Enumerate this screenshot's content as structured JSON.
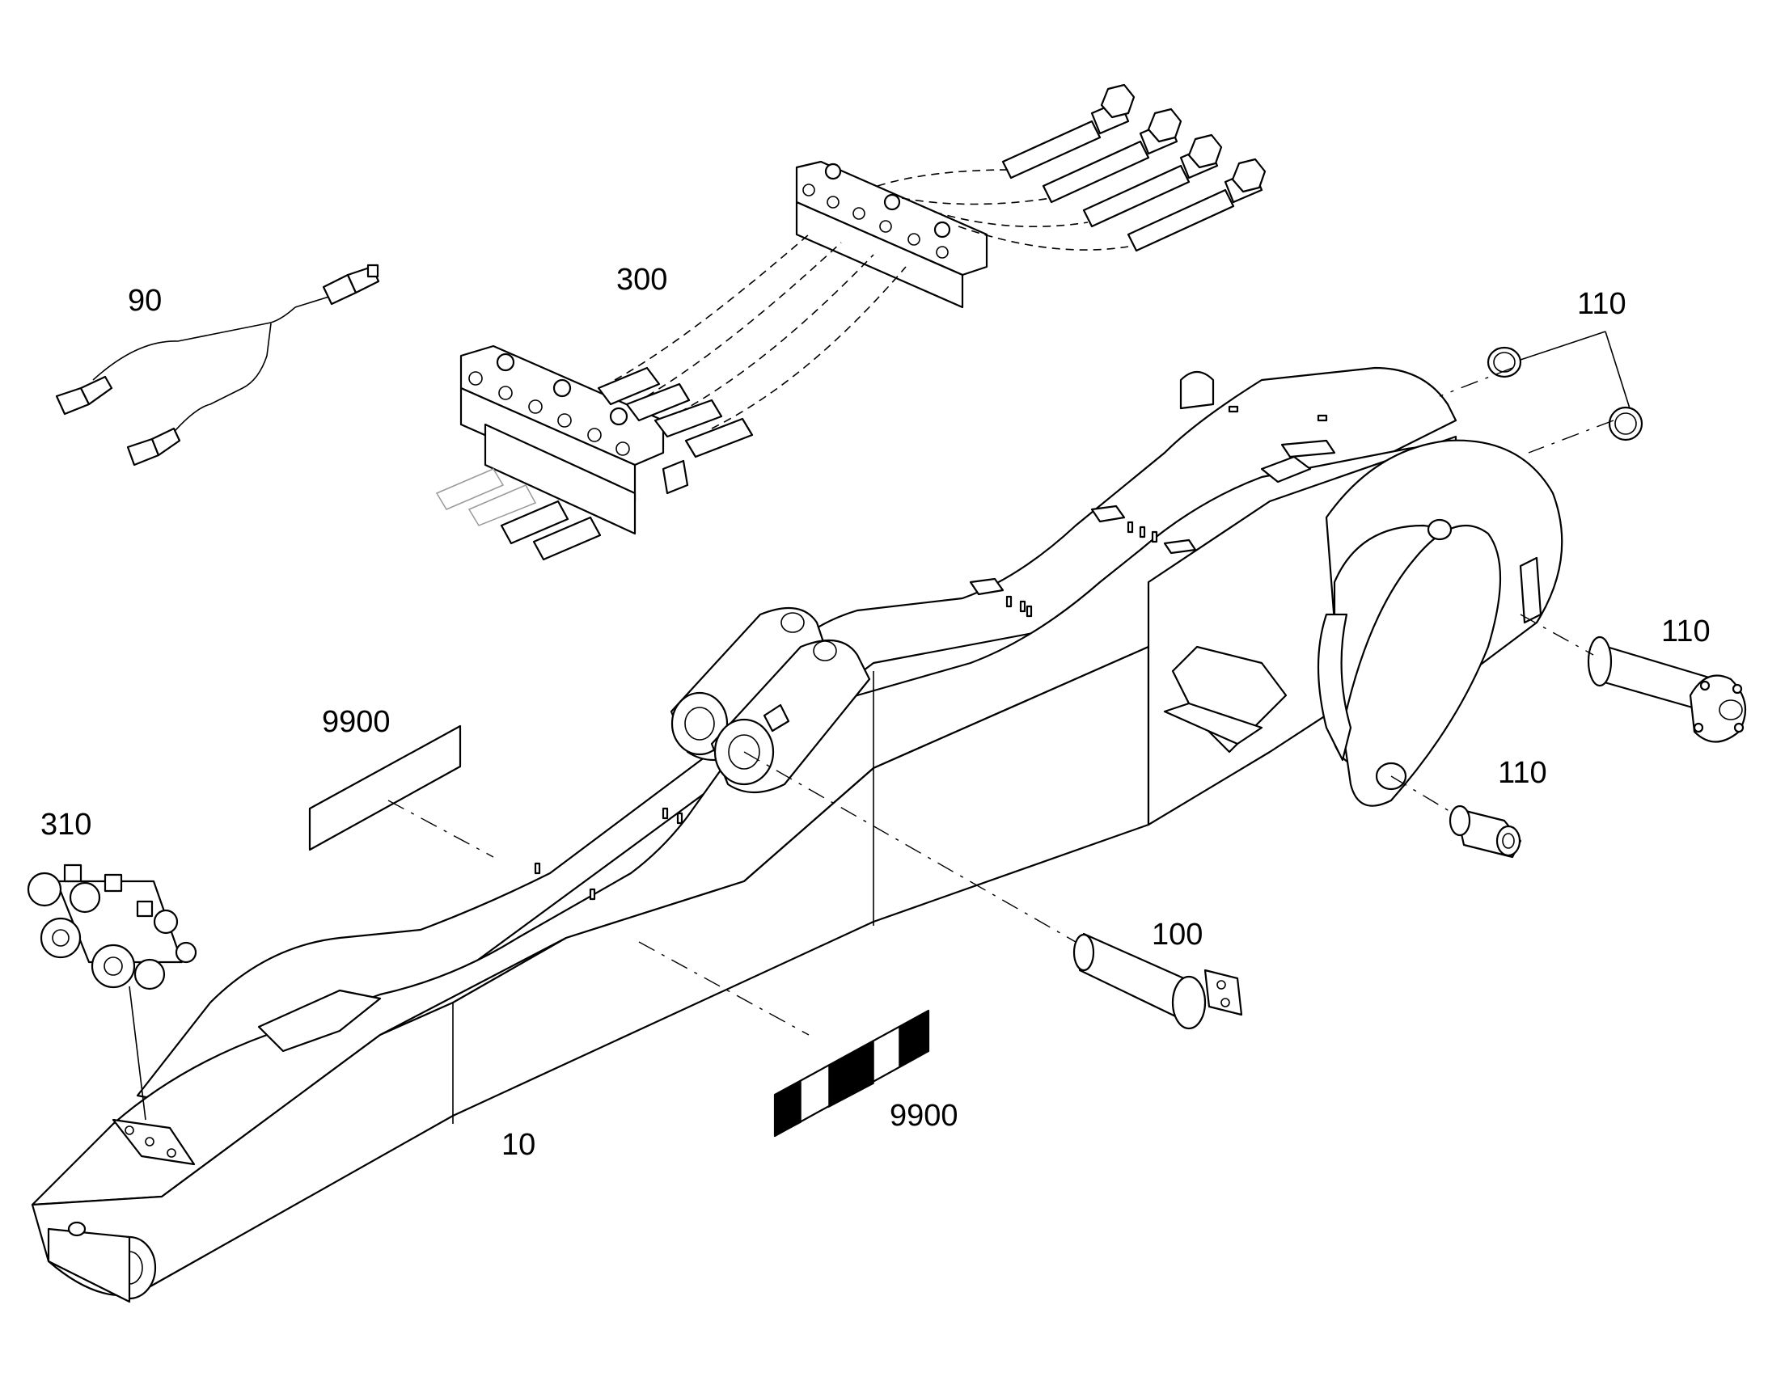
{
  "callouts": {
    "c90": "90",
    "c300": "300",
    "c110_rings": "110",
    "c110_pin": "110",
    "c110_bushing": "110",
    "c9900_plate": "9900",
    "c310": "310",
    "c100": "100",
    "c9900_decal": "9900",
    "c10": "10"
  }
}
